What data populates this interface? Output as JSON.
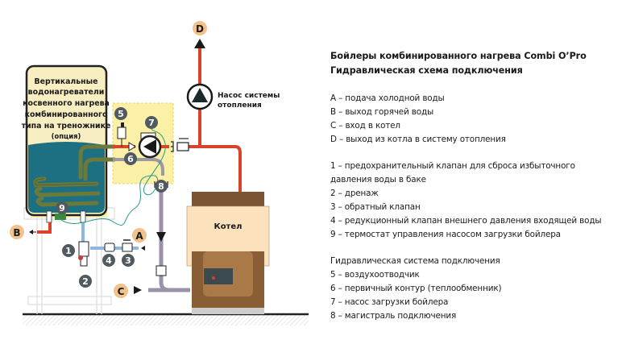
{
  "diagram": {
    "tank_label": [
      "Вертикальные",
      "водонагреватели",
      "косвенного нагрева",
      "комбинированного",
      "типа на треножнике",
      "(опция)"
    ],
    "boiler_label": "Котел",
    "pump_label": [
      "Насос системы",
      "отопления"
    ],
    "connection_markers": [
      "A",
      "B",
      "C",
      "D"
    ],
    "component_markers": [
      "1",
      "2",
      "3",
      "4",
      "5",
      "6",
      "7",
      "8",
      "9"
    ],
    "colors": {
      "hot_pipe": "#d9432b",
      "cold_pipe": "#8fb8df",
      "return_pipe": "#9a93a8",
      "primary_circuit": "#8a8a8a",
      "marker_circle": "#505a60",
      "connection_circle": "#f2c28c",
      "tank_fill": "#f7eec2",
      "tank_water": "#1d6f82",
      "coil": "#6b7a3a",
      "highlight_zone": "#fbf0a6",
      "boiler_top": "#7a5433",
      "boiler_front": "#fbe2bd",
      "boiler_lower": "#8a5e35"
    }
  },
  "legend": {
    "title_line1": "Бойлеры комбинированного нагрева Combi O’Pro",
    "title_line2": "Гидравлическая схема подключения",
    "connections": [
      "A – подача холодной воды",
      "B – выход горячей воды",
      "C – вход в котел",
      "D – выход из котла в систему отопления"
    ],
    "components": [
      "1 – предохранительный клапан для сброса избыточного",
      "давления воды в баке",
      "2 – дренаж",
      "3 – обратный клапан",
      "4 – редукционный клапан внешнего давления входящей воды",
      "9 – термостат управления насосом загрузки бойлера"
    ],
    "hydraulic_title": "Гидравлическая система подключения",
    "hydraulic": [
      "5 – воздухоотводчик",
      "6 – первичный контур (теплообменник)",
      "7 – насос загрузки бойлера",
      "8 – магистраль подключения"
    ]
  }
}
